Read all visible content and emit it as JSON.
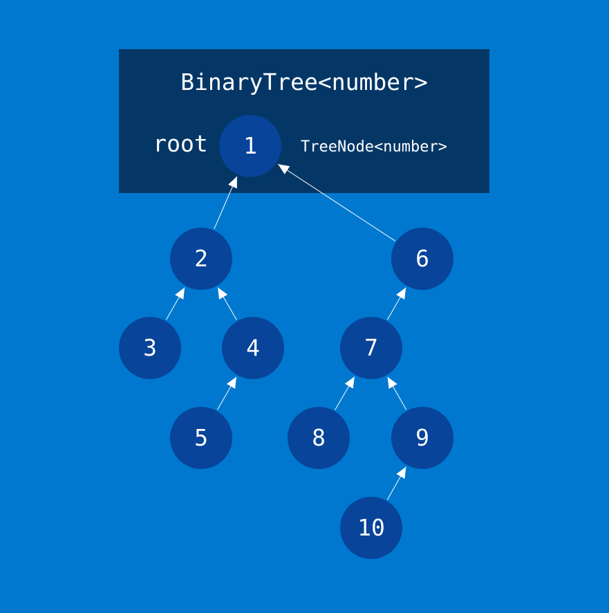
{
  "diagram": {
    "title": "BinaryTree<number>",
    "root_label": "root",
    "node_type_label": "TreeNode<number>",
    "colors": {
      "background": "#0078cf",
      "container": "#053766",
      "node": "#07449a",
      "text": "#ffffff"
    },
    "nodes": [
      {
        "id": "n1",
        "label": "1"
      },
      {
        "id": "n2",
        "label": "2"
      },
      {
        "id": "n3",
        "label": "3"
      },
      {
        "id": "n4",
        "label": "4"
      },
      {
        "id": "n5",
        "label": "5"
      },
      {
        "id": "n6",
        "label": "6"
      },
      {
        "id": "n7",
        "label": "7"
      },
      {
        "id": "n8",
        "label": "8"
      },
      {
        "id": "n9",
        "label": "9"
      },
      {
        "id": "n10",
        "label": "10"
      }
    ],
    "edges": [
      {
        "from": "n2",
        "to": "n1"
      },
      {
        "from": "n6",
        "to": "n1"
      },
      {
        "from": "n3",
        "to": "n2"
      },
      {
        "from": "n4",
        "to": "n2"
      },
      {
        "from": "n5",
        "to": "n4"
      },
      {
        "from": "n7",
        "to": "n6"
      },
      {
        "from": "n8",
        "to": "n7"
      },
      {
        "from": "n9",
        "to": "n7"
      },
      {
        "from": "n10",
        "to": "n9"
      }
    ]
  }
}
